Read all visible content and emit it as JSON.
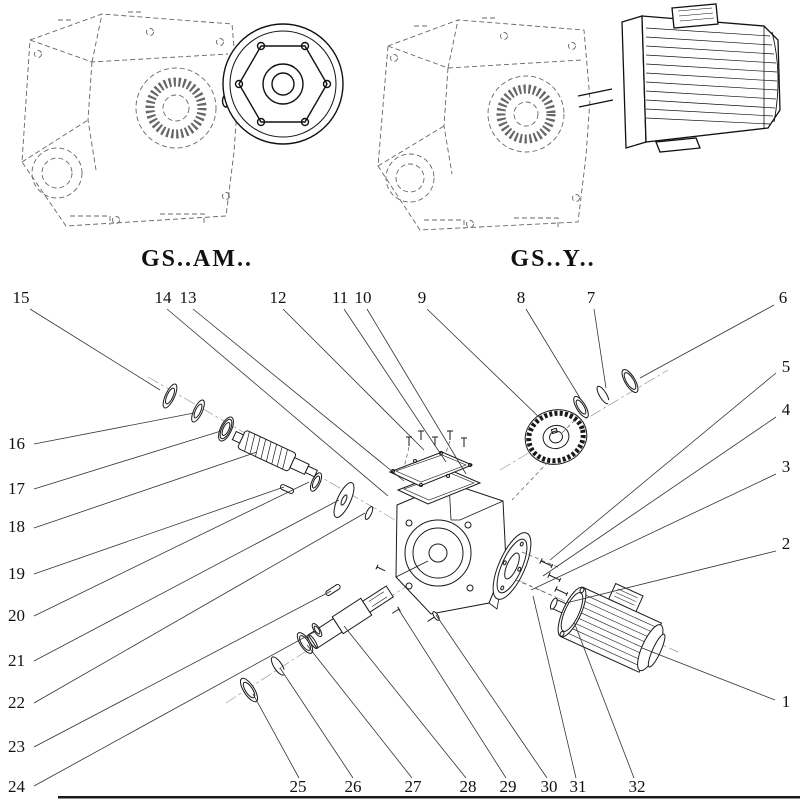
{
  "diagram": {
    "model_left": "GS..AM..",
    "model_right": "GS..Y..",
    "callouts": [
      {
        "n": "15",
        "label": [
          21,
          303
        ],
        "anchor": "middle",
        "line": [
          [
            30,
            309
          ],
          [
            160,
            390
          ]
        ]
      },
      {
        "n": "14",
        "label": [
          163,
          303
        ],
        "anchor": "middle",
        "line": [
          [
            167,
            309
          ],
          [
            388,
            496
          ]
        ]
      },
      {
        "n": "13",
        "label": [
          188,
          303
        ],
        "anchor": "middle",
        "line": [
          [
            193,
            309
          ],
          [
            404,
            481
          ]
        ]
      },
      {
        "n": "12",
        "label": [
          278,
          303
        ],
        "anchor": "middle",
        "line": [
          [
            283,
            309
          ],
          [
            424,
            450
          ]
        ]
      },
      {
        "n": "11",
        "label": [
          340,
          303
        ],
        "anchor": "middle",
        "line": [
          [
            344,
            309
          ],
          [
            446,
            462
          ]
        ]
      },
      {
        "n": "10",
        "label": [
          363,
          303
        ],
        "anchor": "middle",
        "line": [
          [
            367,
            309
          ],
          [
            466,
            474
          ]
        ]
      },
      {
        "n": "9",
        "label": [
          422,
          303
        ],
        "anchor": "middle",
        "line": [
          [
            427,
            309
          ],
          [
            542,
            420
          ]
        ]
      },
      {
        "n": "8",
        "label": [
          521,
          303
        ],
        "anchor": "middle",
        "line": [
          [
            526,
            309
          ],
          [
            580,
            398
          ]
        ]
      },
      {
        "n": "7",
        "label": [
          591,
          303
        ],
        "anchor": "middle",
        "line": [
          [
            594,
            309
          ],
          [
            606,
            388
          ]
        ]
      },
      {
        "n": "6",
        "label": [
          783,
          303
        ],
        "anchor": "middle",
        "line": [
          [
            774,
            305
          ],
          [
            640,
            378
          ]
        ]
      },
      {
        "n": "5",
        "label": [
          786,
          372
        ],
        "anchor": "middle",
        "line": [
          [
            776,
            373
          ],
          [
            550,
            560
          ]
        ]
      },
      {
        "n": "4",
        "label": [
          786,
          415
        ],
        "anchor": "middle",
        "line": [
          [
            776,
            417
          ],
          [
            543,
            576
          ]
        ]
      },
      {
        "n": "3",
        "label": [
          786,
          472
        ],
        "anchor": "middle",
        "line": [
          [
            776,
            474
          ],
          [
            531,
            590
          ]
        ]
      },
      {
        "n": "2",
        "label": [
          786,
          549
        ],
        "anchor": "middle",
        "line": [
          [
            776,
            551
          ],
          [
            566,
            603
          ]
        ]
      },
      {
        "n": "1",
        "label": [
          786,
          707
        ],
        "anchor": "middle",
        "line": [
          [
            775,
            700
          ],
          [
            642,
            648
          ]
        ]
      },
      {
        "n": "16",
        "label": [
          8,
          449
        ],
        "anchor": "start",
        "line": [
          [
            34,
            444
          ],
          [
            194,
            413
          ]
        ]
      },
      {
        "n": "17",
        "label": [
          8,
          494
        ],
        "anchor": "start",
        "line": [
          [
            34,
            489
          ],
          [
            221,
            431
          ]
        ]
      },
      {
        "n": "18",
        "label": [
          8,
          532
        ],
        "anchor": "start",
        "line": [
          [
            34,
            528
          ],
          [
            257,
            452
          ]
        ]
      },
      {
        "n": "19",
        "label": [
          8,
          579
        ],
        "anchor": "start",
        "line": [
          [
            34,
            574
          ],
          [
            284,
            487
          ]
        ]
      },
      {
        "n": "20",
        "label": [
          8,
          621
        ],
        "anchor": "start",
        "line": [
          [
            34,
            616
          ],
          [
            309,
            482
          ]
        ]
      },
      {
        "n": "21",
        "label": [
          8,
          666
        ],
        "anchor": "start",
        "line": [
          [
            34,
            661
          ],
          [
            339,
            500
          ]
        ]
      },
      {
        "n": "22",
        "label": [
          8,
          708
        ],
        "anchor": "start",
        "line": [
          [
            34,
            703
          ],
          [
            365,
            513
          ]
        ]
      },
      {
        "n": "23",
        "label": [
          8,
          752
        ],
        "anchor": "start",
        "line": [
          [
            34,
            747
          ],
          [
            331,
            591
          ]
        ]
      },
      {
        "n": "24",
        "label": [
          8,
          792
        ],
        "anchor": "start",
        "line": [
          [
            34,
            786
          ],
          [
            316,
            631
          ]
        ]
      },
      {
        "n": "25",
        "label": [
          298,
          792
        ],
        "anchor": "middle",
        "line": [
          [
            299,
            778
          ],
          [
            253,
            694
          ]
        ]
      },
      {
        "n": "26",
        "label": [
          353,
          792
        ],
        "anchor": "middle",
        "line": [
          [
            353,
            778
          ],
          [
            280,
            668
          ]
        ]
      },
      {
        "n": "27",
        "label": [
          413,
          792
        ],
        "anchor": "middle",
        "line": [
          [
            412,
            778
          ],
          [
            307,
            645
          ]
        ]
      },
      {
        "n": "28",
        "label": [
          468,
          792
        ],
        "anchor": "middle",
        "line": [
          [
            466,
            778
          ],
          [
            344,
            626
          ]
        ]
      },
      {
        "n": "29",
        "label": [
          508,
          792
        ],
        "anchor": "middle",
        "line": [
          [
            506,
            778
          ],
          [
            399,
            610
          ]
        ]
      },
      {
        "n": "30",
        "label": [
          549,
          792
        ],
        "anchor": "middle",
        "line": [
          [
            547,
            778
          ],
          [
            436,
            615
          ]
        ]
      },
      {
        "n": "31",
        "label": [
          578,
          792
        ],
        "anchor": "middle",
        "line": [
          [
            576,
            778
          ],
          [
            533,
            596
          ]
        ]
      },
      {
        "n": "32",
        "label": [
          637,
          792
        ],
        "anchor": "middle",
        "line": [
          [
            634,
            778
          ],
          [
            574,
            622
          ]
        ]
      }
    ]
  }
}
